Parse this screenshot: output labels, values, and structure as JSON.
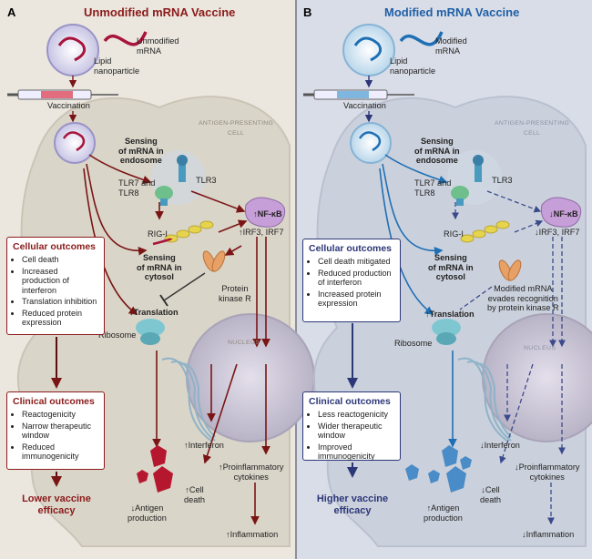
{
  "panel_a": {
    "letter": "A",
    "title": "Unmodified mRNA Vaccine",
    "mrna_label": "Unmodified\nmRNA",
    "lnp_label": "Lipid\nnanoparticle",
    "vaccination": "Vaccination",
    "apc": "ANTIGEN-PRESENTING\nCELL",
    "sensing_endosome": "Sensing\nof mRNA in\nendosome",
    "tlr3": "TLR3",
    "tlr7_8": "TLR7 and\nTLR8",
    "nfkb": "↑NF-κB",
    "irf": "↑IRF3, IRF7",
    "rig": "RIG-I",
    "sensing_cytosol": "Sensing\nof mRNA in\ncytosol",
    "pkr": "Protein\nkinase R",
    "translation": "↓Translation",
    "ribosome": "Ribosome",
    "nucleus": "NUCLEUS",
    "interferon": "↑Interferon",
    "cytokines": "↑Proinflammatory\ncytokines",
    "cell_death": "↑Cell\ndeath",
    "antigen": "↓Antigen\nproduction",
    "inflammation": "↑Inflammation",
    "cellular_title": "Cellular outcomes",
    "cellular_items": [
      "Cell death",
      "Increased production of interferon",
      "Translation inhibition",
      "Reduced protein expression"
    ],
    "clinical_title": "Clinical outcomes",
    "clinical_items": [
      "Reactogenicity",
      "Narrow therapeutic window",
      "Reduced immunogenicity"
    ],
    "efficacy": "Lower vaccine\nefficacy"
  },
  "panel_b": {
    "letter": "B",
    "title": "Modified mRNA Vaccine",
    "mrna_label": "Modified\nmRNA",
    "lnp_label": "Lipid\nnanoparticle",
    "vaccination": "Vaccination",
    "apc": "ANTIGEN-PRESENTING\nCELL",
    "sensing_endosome": "Sensing\nof mRNA in\nendosome",
    "tlr3": "TLR3",
    "tlr7_8": "TLR7 and\nTLR8",
    "nfkb": "↓NF-κB",
    "irf": "↓IRF3, IRF7",
    "rig": "RIG-I",
    "sensing_cytosol": "Sensing\nof mRNA in\ncytosol",
    "pkr_evade": "Modified mRNA\nevades recognition\nby protein kinase R",
    "translation": "↑Translation",
    "ribosome": "Ribosome",
    "nucleus": "NUCLEUS",
    "interferon": "↓Interferon",
    "cytokines": "↓Proinflammatory\ncytokines",
    "cell_death": "↓Cell\ndeath",
    "antigen": "↑Antigen\nproduction",
    "inflammation": "↓Inflammation",
    "cellular_title": "Cellular outcomes",
    "cellular_items": [
      "Cell death mitigated",
      "Reduced production of interferon",
      "Increased protein expression"
    ],
    "clinical_title": "Clinical outcomes",
    "clinical_items": [
      "Less reactogenicity",
      "Wider therapeutic window",
      "Improved immunogenicity"
    ],
    "efficacy": "Higher vaccine\nefficacy"
  },
  "colors": {
    "red": "#8b1a1a",
    "blue": "#1f6fb5",
    "navy": "#2c3778"
  }
}
